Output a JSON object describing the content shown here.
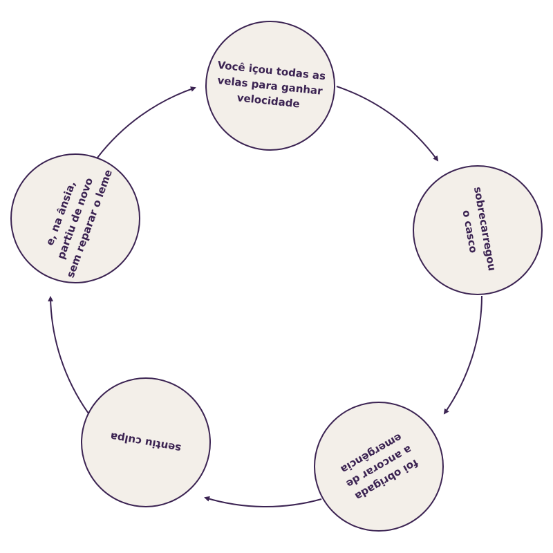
{
  "colors": {
    "stroke": "#3b2352",
    "fill": "#f3efe9",
    "text": "#3b2352"
  },
  "nodes": [
    {
      "lines": [
        "Você içou todas as",
        "velas para ganhar",
        "velocidade"
      ]
    },
    {
      "lines": [
        "sobrecarregou",
        "o casco"
      ]
    },
    {
      "lines": [
        "foi obrigada",
        "a ancorar de",
        "emergência"
      ]
    },
    {
      "lines": [
        "sentiu culpa"
      ]
    },
    {
      "lines": [
        "e, na ânsia,",
        "partiu de novo",
        "sem reparar o leme"
      ]
    }
  ]
}
